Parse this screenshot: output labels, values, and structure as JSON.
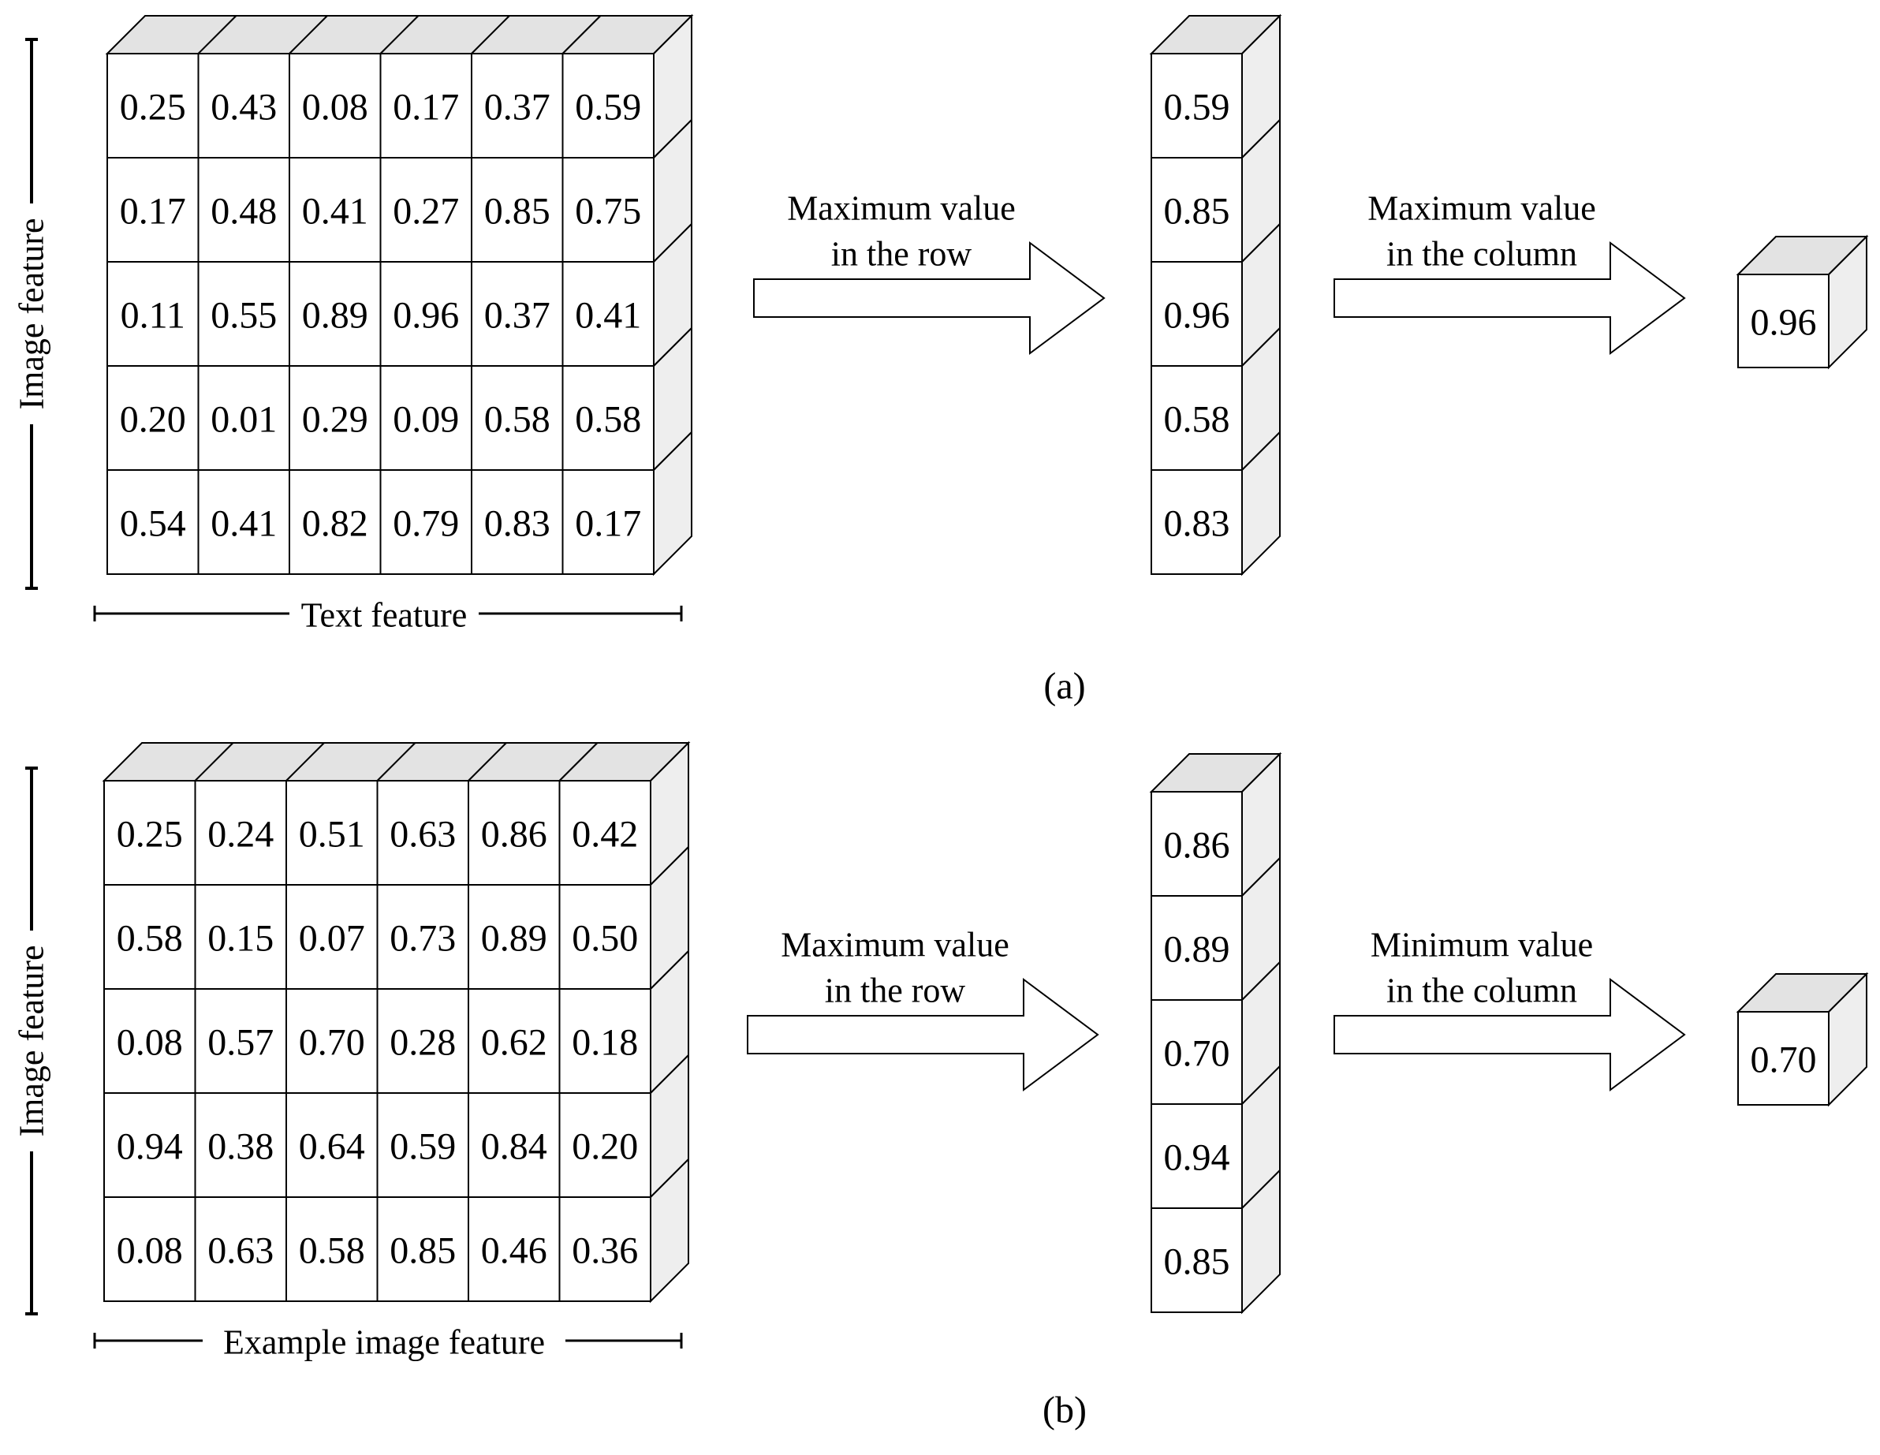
{
  "panels": [
    {
      "caption": "(a)",
      "matrix": [
        [
          "0.25",
          "0.43",
          "0.08",
          "0.17",
          "0.37",
          "0.59"
        ],
        [
          "0.17",
          "0.48",
          "0.41",
          "0.27",
          "0.85",
          "0.75"
        ],
        [
          "0.11",
          "0.55",
          "0.89",
          "0.96",
          "0.37",
          "0.41"
        ],
        [
          "0.20",
          "0.01",
          "0.29",
          "0.09",
          "0.58",
          "0.58"
        ],
        [
          "0.54",
          "0.41",
          "0.82",
          "0.79",
          "0.83",
          "0.17"
        ]
      ],
      "row_axis_label": "Image feature",
      "col_axis_label": "Text feature",
      "arrow1_lines": [
        "Maximum value",
        "in the row"
      ],
      "vector": [
        "0.59",
        "0.85",
        "0.96",
        "0.58",
        "0.83"
      ],
      "arrow2_lines": [
        "Maximum value",
        "in the column"
      ],
      "result": "0.96"
    },
    {
      "caption": "(b)",
      "matrix": [
        [
          "0.25",
          "0.24",
          "0.51",
          "0.63",
          "0.86",
          "0.42"
        ],
        [
          "0.58",
          "0.15",
          "0.07",
          "0.73",
          "0.89",
          "0.50"
        ],
        [
          "0.08",
          "0.57",
          "0.70",
          "0.28",
          "0.62",
          "0.18"
        ],
        [
          "0.94",
          "0.38",
          "0.64",
          "0.59",
          "0.84",
          "0.20"
        ],
        [
          "0.08",
          "0.63",
          "0.58",
          "0.85",
          "0.46",
          "0.36"
        ]
      ],
      "row_axis_label": "Image feature",
      "col_axis_label": "Example image feature",
      "arrow1_lines": [
        "Maximum value",
        "in the row"
      ],
      "vector": [
        "0.86",
        "0.89",
        "0.70",
        "0.94",
        "0.85"
      ],
      "arrow2_lines": [
        "Minimum value",
        "in the column"
      ],
      "result": "0.70"
    }
  ],
  "colors": {
    "stroke": "#000000",
    "face": "#ffffff",
    "top_face": "#e3e3e3",
    "side_face": "#eeeeee"
  }
}
